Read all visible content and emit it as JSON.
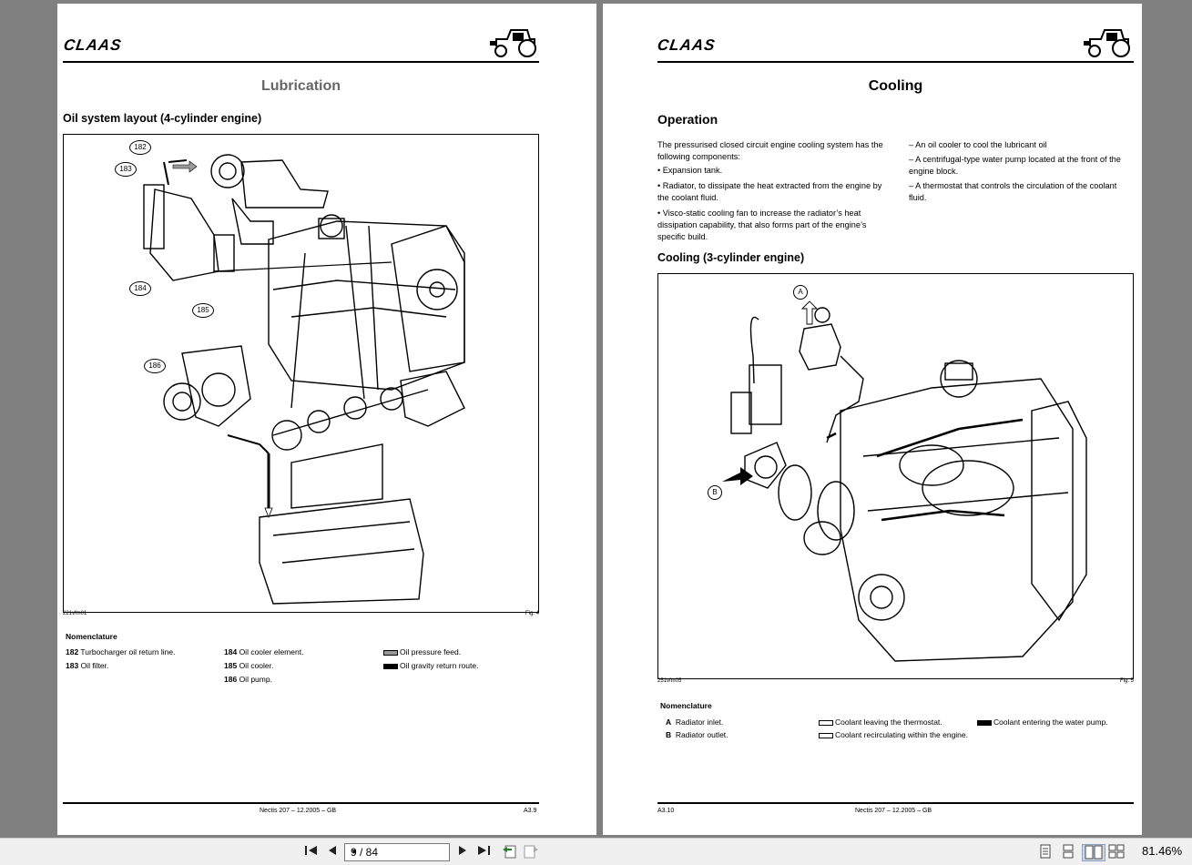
{
  "left_page": {
    "brand": "CLAAS",
    "heading": "Lubrication",
    "section_title": "Oil system layout (4-cylinder engine)",
    "figure_ref_left": "221vfm01",
    "figure_ref_right": "Fig. 4",
    "callouts": [
      "182",
      "183",
      "184",
      "185",
      "186"
    ],
    "nomenclature_title": "Nomenclature",
    "nomenclature": [
      {
        "num": "182",
        "text": "Turbocharger oil return line."
      },
      {
        "num": "183",
        "text": "Oil filter."
      },
      {
        "num": "184",
        "text": "Oil cooler element."
      },
      {
        "num": "185",
        "text": "Oil cooler."
      },
      {
        "num": "186",
        "text": "Oil pump."
      }
    ],
    "legend": [
      {
        "text": "Oil pressure feed.",
        "color": "#9a9a9a"
      },
      {
        "text": "Oil gravity return route.",
        "color": "#000000"
      }
    ],
    "footer_center": "Nectis 207 – 12.2005 – GB",
    "footer_right": "A3.9"
  },
  "right_page": {
    "brand": "CLAAS",
    "heading": "Cooling",
    "section_title": "Operation",
    "intro": "The pressurised closed circuit engine cooling system has the following components:",
    "bullets": [
      "• Expansion tank.",
      "• Radiator, to dissipate the heat extracted from the engine by the coolant fluid.",
      "• Visco-static cooling fan to increase the radiator’s heat dissipation capability, that also forms part of the engine’s specific build."
    ],
    "dashes": [
      "– An oil cooler to cool the lubricant oil",
      "– A centrifugal-type water pump located at the front of the engine block.",
      "– A thermostat that controls the circulation of the coolant fluid."
    ],
    "subsection_title": "Cooling (3-cylinder engine)",
    "figure_ref_left": "251vfm05",
    "figure_ref_right": "Fig. 5",
    "callouts": [
      "A",
      "B"
    ],
    "nomenclature_title": "Nomenclature",
    "nomenclature": [
      {
        "num": "A",
        "text": "Radiator inlet."
      },
      {
        "num": "B",
        "text": "Radiator outlet."
      }
    ],
    "legend": [
      {
        "text": "Coolant leaving the thermostat.",
        "color": "#ffffff"
      },
      {
        "text": "Coolant recirculating within the engine.",
        "color": "#ffffff"
      },
      {
        "text": "Coolant entering the water pump.",
        "color": "#000000"
      }
    ],
    "footer_left": "A3.10",
    "footer_center": "Nectis 207 – 12.2005 – GB"
  },
  "toolbar": {
    "page_field": "9 / 84",
    "zoom": "81.46%",
    "icons": [
      "first-page-icon",
      "prev-page-icon",
      "next-page-icon",
      "last-page-icon",
      "go-back-icon",
      "go-forward-icon",
      "single-page-view-icon",
      "continuous-view-icon",
      "facing-view-icon",
      "continuous-facing-view-icon"
    ]
  }
}
